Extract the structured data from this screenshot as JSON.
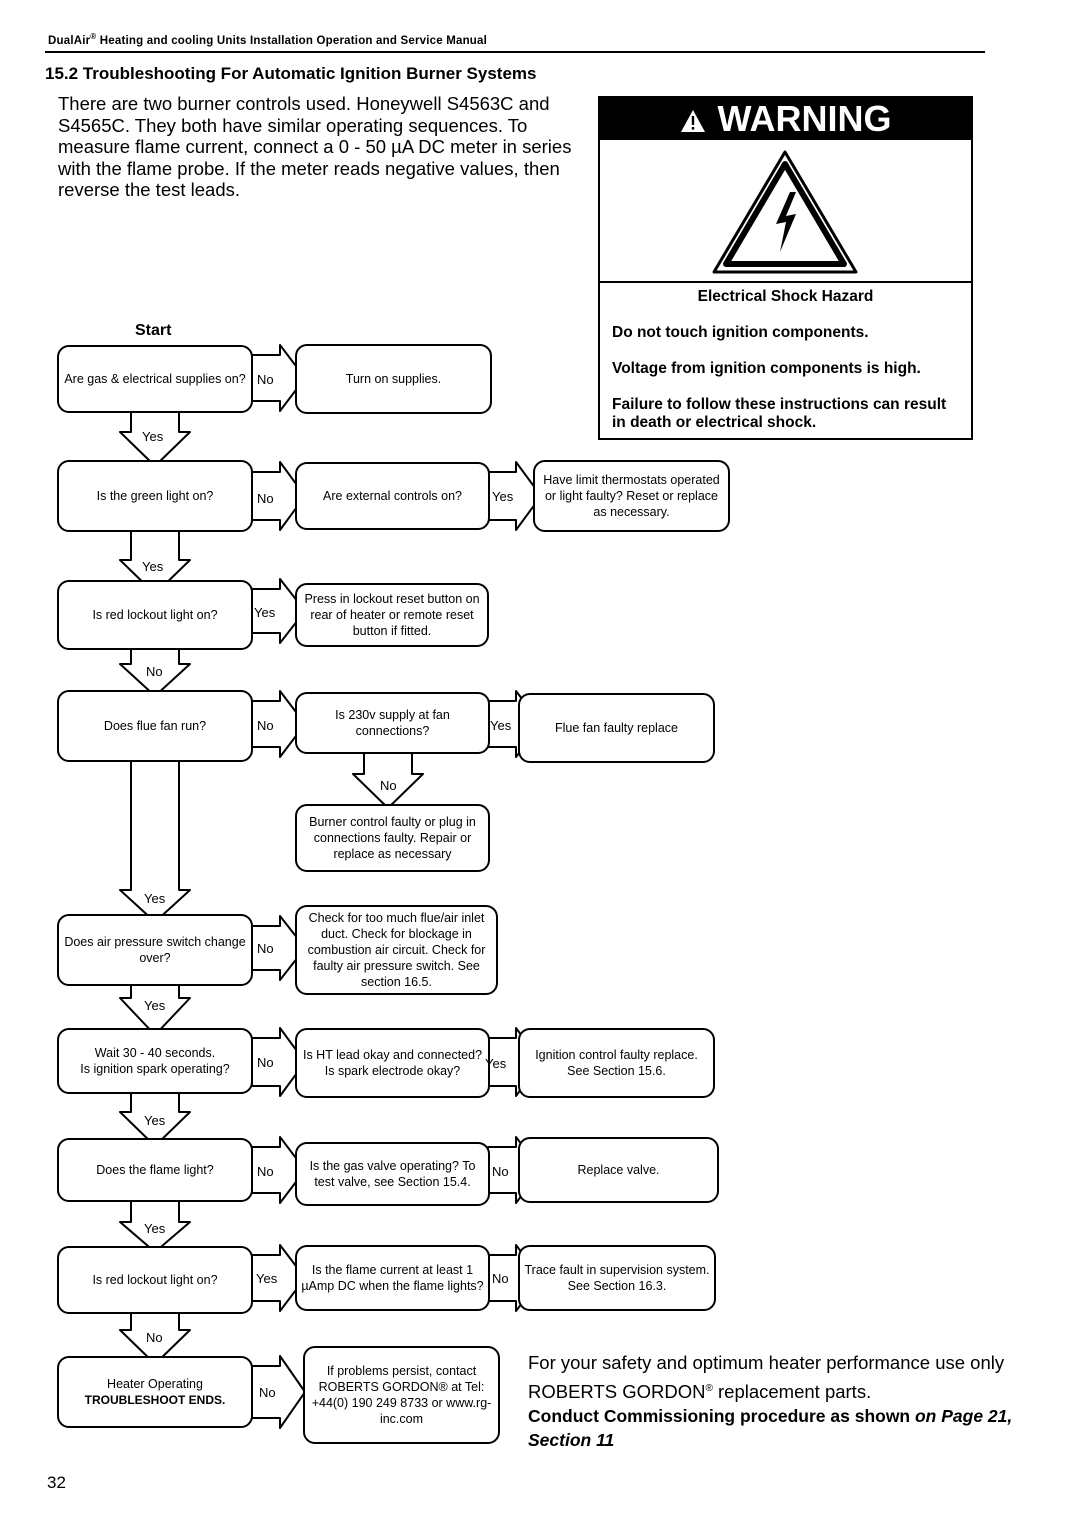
{
  "header": {
    "running_title_prefix": "DualAir",
    "running_title_suffix": " Heating and cooling Units Installation Operation and Service Manual",
    "registered": "®"
  },
  "section": {
    "title": "15.2 Troubleshooting For Automatic Ignition Burner Systems",
    "intro": "There are two burner controls used. Honeywell S4563C and S4565C. They both have similar operating sequences. To measure flame current, connect a 0 - 50 µA DC meter in series with the flame probe. If the meter reads negative values, then reverse the test leads."
  },
  "warning": {
    "banner": "WARNING",
    "hazard_title": "Electrical Shock Hazard",
    "line1": "Do not touch ignition components.",
    "line2": "Voltage from ignition components is high.",
    "line3": "Failure to follow these instructions can result in death or electrical shock."
  },
  "flowchart": {
    "start": "Start",
    "boxes": {
      "q1": "Are gas & electrical supplies on?",
      "a1": "Turn on supplies.",
      "q2": "Is the green light on?",
      "q2b": "Are external controls on?",
      "a2": "Have limit thermostats operated or light faulty? Reset or replace as necessary.",
      "q3": "Is red lockout light on?",
      "a3": "Press in lockout reset button on rear of heater or remote reset button if fitted.",
      "q4": "Does flue fan run?",
      "q4b": "Is 230v supply at fan connections?",
      "a4": "Flue fan faulty replace",
      "a4b": "Burner control faulty or plug in connections faulty. Repair or replace as necessary",
      "q5": "Does air pressure switch change over?",
      "a5": "Check for too much flue/air inlet duct. Check for blockage in combustion air circuit. Check for faulty air pressure switch. See section 16.5.",
      "q6_line1": "Wait 30 - 40 seconds.",
      "q6_line2": "Is ignition spark operating?",
      "q6b": "Is HT lead okay and connected? Is spark electrode okay?",
      "a6": "Ignition control faulty replace. See Section 15.6.",
      "q7": "Does the flame light?",
      "q7b": "Is the gas valve operating? To test valve, see Section 15.4.",
      "a7": "Replace valve.",
      "q8": "Is red lockout light on?",
      "q8b": "Is the flame current at least 1 µAmp DC when the flame lights?",
      "a8": "Trace fault in supervision system. See Section 16.3.",
      "end_line1": "Heater Operating",
      "end_line2": "TROUBLESHOOT ENDS.",
      "contact": "If problems persist, contact ROBERTS GORDON® at Tel: +44(0) 190 249 8733 or www.rg-inc.com"
    },
    "labels": {
      "no": "No",
      "yes": "Yes"
    }
  },
  "footer": {
    "safety_prefix": "For your safety and optimum heater performance use only ROBERTS GORDON",
    "safety_suffix": " replacement parts.",
    "registered": "®",
    "commissioning_main": "Conduct Commissioning procedure as shown ",
    "commissioning_italic": "on Page 21, Section 11"
  },
  "page_number": "32"
}
